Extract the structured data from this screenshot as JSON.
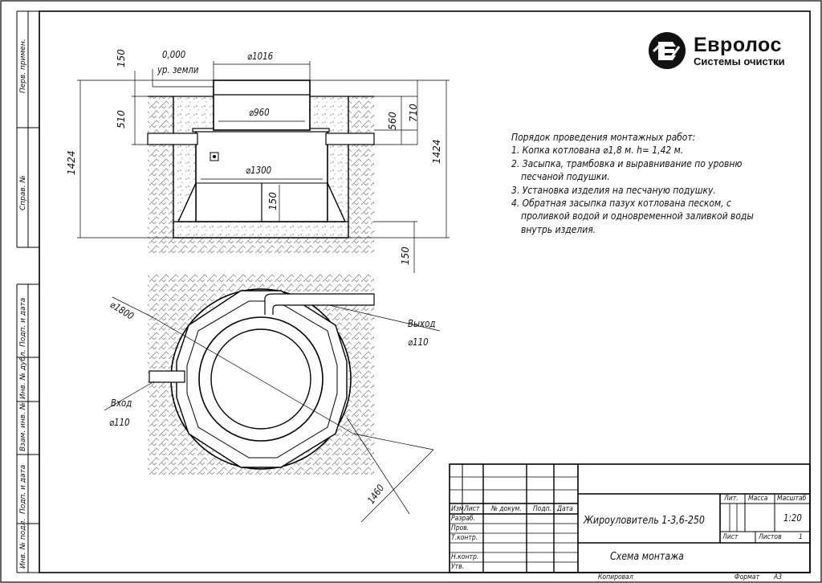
{
  "logo": {
    "name": "Евролос",
    "subtitle": "Системы очистки"
  },
  "notes": {
    "heading": "Порядок проведения монтажных работ:",
    "lines": [
      "1. Копка котлована ⌀1,8 м. h= 1,42 м.",
      "2. Засыпка, трамбовка и выравнивание по уровню",
      "песчаной подушки.",
      "3. Установка изделия на песчаную подушку.",
      "4. Обратная засыпка пазух котлована песком, с",
      "проливкой водой и одновременной заливкой воды",
      "внутрь изделия."
    ]
  },
  "section_view": {
    "elevation": "0,000",
    "ground_level": "ур. земли",
    "dims": {
      "d_top": "⌀1016",
      "d_neck": "⌀960",
      "d_body": "⌀1300",
      "h_150_top": "150",
      "h_510": "510",
      "h_1424_left": "1424",
      "h_560": "560",
      "h_710": "710",
      "h_1424_right": "1424",
      "h_150_base": "150",
      "h_150_bottom": "150"
    }
  },
  "plan_view": {
    "d_pit": "⌀1800",
    "outlet_label": "Выход",
    "outlet_d": "⌀110",
    "inlet_label": "Вход",
    "inlet_d": "⌀110",
    "dim_1460": "1460"
  },
  "title_block": {
    "col_headers": [
      "Изм.",
      "Лист",
      "№ докум.",
      "Подп.",
      "Дата"
    ],
    "roles": [
      "Разраб.",
      "Пров.",
      "Т.контр.",
      "",
      "Н.контр.",
      "Утв."
    ],
    "product": "Жироуловитель 1-3,6-250",
    "lit": "Лит.",
    "mass": "Масса",
    "scale_label": "Масштаб",
    "scale": "1:20",
    "sheet": "Лист",
    "sheets": "Листов",
    "sheets_value": "1",
    "drawing_title": "Схема монтажа",
    "copied": "Копировал",
    "format_label": "Формат",
    "format_value": "A3"
  },
  "side_strip": [
    "Перв. примен.",
    "Справ. №",
    "Подп. и дата",
    "Инв. № дубл.",
    "Взам. инв. №",
    "Подп. и дата",
    "Инв. № подл."
  ]
}
